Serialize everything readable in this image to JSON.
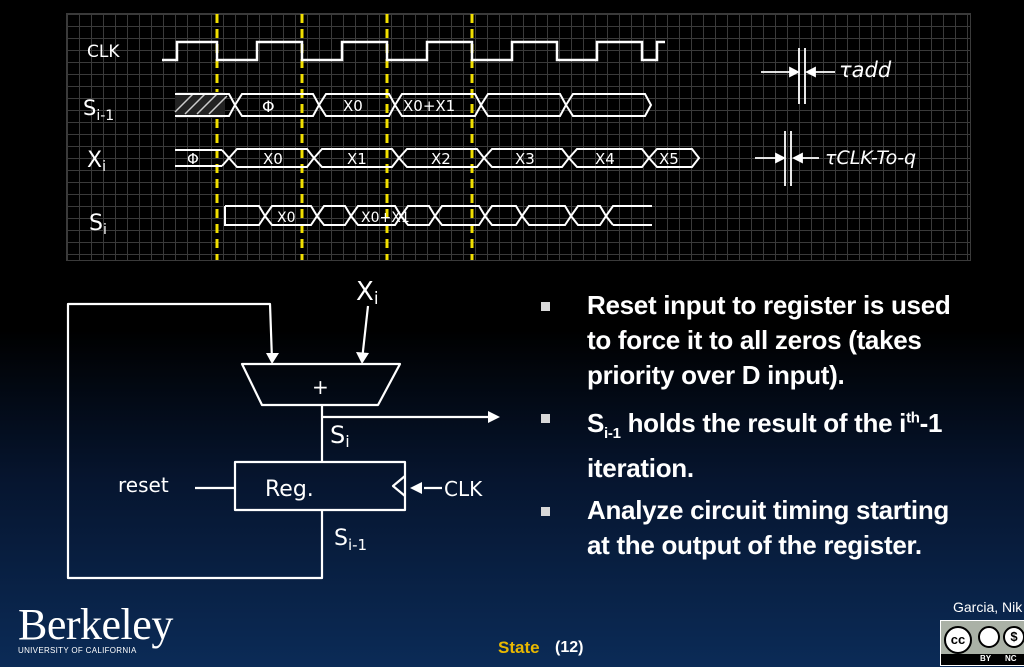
{
  "timing_diagram": {
    "signals": [
      "CLK",
      "Si-1",
      "Xi",
      "Si"
    ],
    "si_minus_1_values": [
      "Φ",
      "X0",
      "X0+X1"
    ],
    "xi_values": [
      "Φ",
      "X0",
      "X1",
      "X2",
      "X3",
      "X4",
      "X5"
    ],
    "si_values": [
      "X0",
      "X0+X1"
    ],
    "tau_add_label": "τadd",
    "tau_clk_label": "τCLK-To-q"
  },
  "circuit": {
    "input_label": "Xi",
    "adder_symbol": "+",
    "output_label": "Si",
    "register_label": "Reg.",
    "reset_label": "reset",
    "clk_label": "CLK",
    "feedback_label": "Si-1"
  },
  "bullets": [
    {
      "text": "Reset input to register is used to force it to all zeros (takes priority over D input)."
    },
    {
      "part1": "S",
      "sub": "i-1",
      "part2": " holds the result of the i",
      "sup": "th",
      "part3": "-1 iteration."
    },
    {
      "text": "Analyze circuit timing starting at the output of the register."
    }
  ],
  "footer": {
    "logo": "Berkeley",
    "logo_sub": "UNIVERSITY OF CALIFORNIA",
    "title": "State",
    "number": "(12)",
    "author": "Garcia, Nik",
    "license": {
      "by": "BY",
      "nc": "NC",
      "cc": "cc",
      "nc_symbol": "$"
    }
  }
}
